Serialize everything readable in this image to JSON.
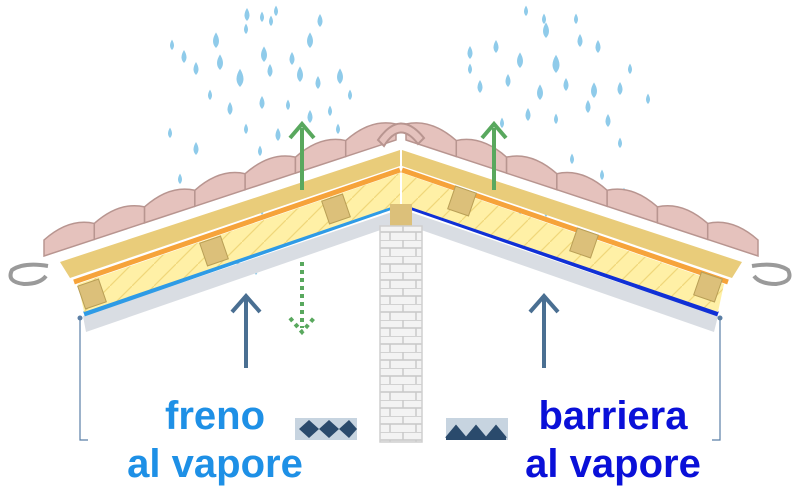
{
  "left_label": {
    "line1": "freno",
    "line2": "al vapore",
    "color": "#1e90e6"
  },
  "right_label": {
    "line1": "barriera",
    "line2": "al vapore",
    "color": "#0a10d8"
  },
  "colors": {
    "rain": "#8fcbea",
    "roof_tiles": "#e5c2bd",
    "roof_tiles_outline": "#b89590",
    "batten": "#e9cc7a",
    "insulation": "#fff0a6",
    "orange_membrane": "#f6a33a",
    "rafter": "#dcc07a",
    "vapor_brake_line": "#2e9be6",
    "vapor_barrier_line": "#1030d6",
    "ceiling": "#d9dde3",
    "chimney_wall": "#f1f1f1",
    "escape_arrow": "#59a85e",
    "rising_vapor_arrow": "#4a6f92",
    "leader_line": "#5a7fa6",
    "gutter": "#9a9a9a"
  },
  "icons": [
    "rain-drop-icon",
    "vapor-escape-arrow-icon",
    "vapor-rising-arrow-icon",
    "vapor-brake-swatch-icon",
    "vapor-barrier-swatch-icon",
    "gutter-icon"
  ]
}
